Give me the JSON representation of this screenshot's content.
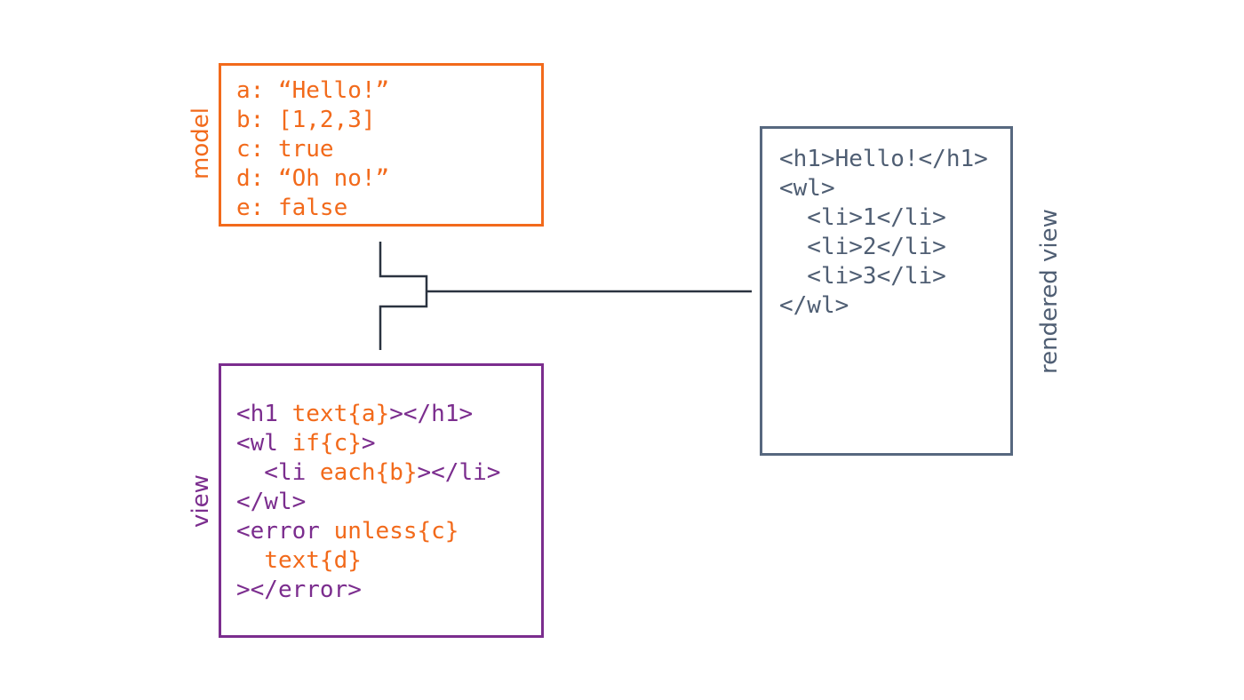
{
  "colors": {
    "model": "#f26a1b",
    "view": "#7b2d8e",
    "rendered": "#57687f",
    "connector": "#2b3340"
  },
  "labels": {
    "model": "model",
    "view": "view",
    "rendered": "rendered view"
  },
  "model_lines": [
    "a: “Hello!”",
    "b: [1,2,3]",
    "c: true",
    "d: “Oh no!”",
    "e: false"
  ],
  "view_lines": [
    {
      "tag": "<h1 ",
      "attr": "text{a}",
      "tail": "></h1>"
    },
    {
      "tag": "<wl ",
      "attr": "if{c}",
      "tail": ">"
    },
    {
      "tag": "  <li ",
      "attr": "each{b}",
      "tail": "></li>"
    },
    {
      "tag": "</wl>",
      "attr": "",
      "tail": ""
    },
    {
      "tag": "<error ",
      "attr": "unless{c}",
      "tail": ""
    },
    {
      "tag": "  ",
      "attr": "text{d}",
      "tail": ""
    },
    {
      "tag": "></error>",
      "attr": "",
      "tail": ""
    }
  ],
  "rendered_lines": [
    "<h1>Hello!</h1>",
    "<wl>",
    "  <li>1</li>",
    "  <li>2</li>",
    "  <li>3</li>",
    "</wl>"
  ]
}
